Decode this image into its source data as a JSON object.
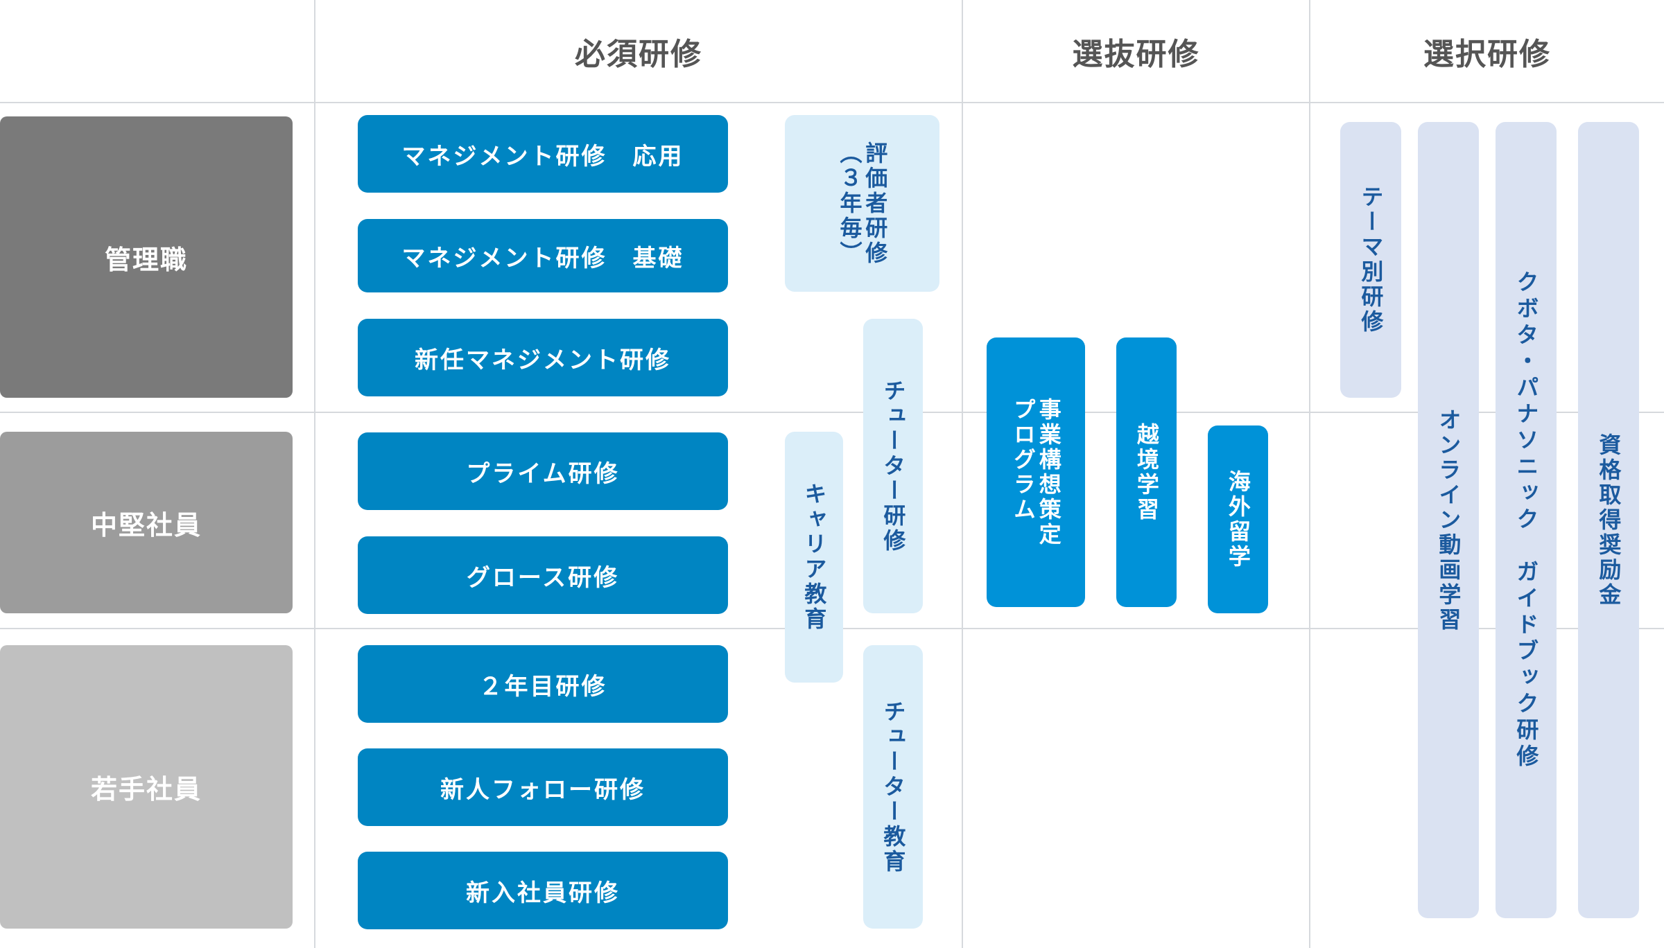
{
  "headers": {
    "required": "必須研修",
    "selective": "選抜研修",
    "elective": "選択研修"
  },
  "levels": [
    {
      "label": "管理職",
      "color": "#7a7a7a"
    },
    {
      "label": "中堅社員",
      "color": "#9c9c9c"
    },
    {
      "label": "若手社員",
      "color": "#c0c0c0"
    }
  ],
  "required_trainings": [
    "マネジメント研修　応用",
    "マネジメント研修　基礎",
    "新任マネジメント研修",
    "プライム研修",
    "グロース研修",
    "２年目研修",
    "新人フォロー研修",
    "新入社員研修"
  ],
  "required_side": {
    "evaluator": "評価者研修\n（３年毎）",
    "tutor_training": "チューター研修",
    "career_education": "キャリア教育",
    "tutor_education": "チューター教育"
  },
  "selective_trainings": {
    "business_plan": "事業構想策定\nプログラム",
    "cross_border": "越境学習",
    "overseas": "海外留学"
  },
  "elective_trainings": {
    "theme": "テーマ別研修",
    "online": "オンライン動画学習",
    "guidebook": "クボタ・パナソニック　ガイドブック研修",
    "certification": "資格取得奨励金"
  },
  "colors": {
    "required_box": "#0085c2",
    "selective_box": "#0092d8",
    "light_blue_box": "#dbeef9",
    "elective_box": "#dae2f2",
    "vertical_text": "#1b5a9e",
    "header_text": "#555555"
  }
}
